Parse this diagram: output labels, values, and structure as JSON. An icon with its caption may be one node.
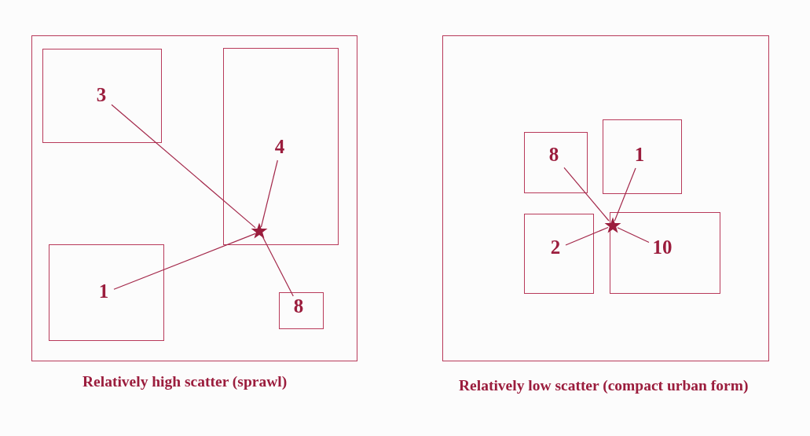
{
  "diagram": {
    "nodes": [
      {
        "text": [],
        "shape": "box",
        "beside": [
          "Relatively high scatter (sprawl)"
        ]
      },
      {
        "text": [],
        "shape": "box",
        "in": 0
      },
      {
        "text": [
          "3"
        ],
        "in": 1
      },
      {
        "text": [],
        "shape": "box",
        "in": 0
      },
      {
        "text": [
          "4"
        ],
        "in": 3
      },
      {
        "text": [],
        "shape": "box",
        "in": 0
      },
      {
        "text": [
          "1"
        ],
        "in": 5
      },
      {
        "text": [],
        "shape": "box",
        "in": 0
      },
      {
        "text": [
          "8"
        ],
        "in": 7
      },
      {
        "text": [],
        "shape": "star",
        "in": 3
      },
      {
        "text": [],
        "shape": "box",
        "beside": [
          "Relatively low scatter (compact urban form)"
        ]
      },
      {
        "text": [],
        "shape": "box",
        "in": 10
      },
      {
        "text": [
          "8"
        ],
        "in": 11
      },
      {
        "text": [],
        "shape": "box",
        "in": 10
      },
      {
        "text": [
          "1"
        ],
        "in": 13
      },
      {
        "text": [],
        "shape": "box",
        "in": 10
      },
      {
        "text": [
          "2"
        ],
        "in": 15
      },
      {
        "text": [],
        "shape": "box",
        "in": 10
      },
      {
        "text": [
          "10"
        ],
        "in": 17
      },
      {
        "text": [],
        "shape": "star",
        "in": 10
      }
    ],
    "edges": [
      {
        "from": 2,
        "to": 9,
        "arrow": "none"
      },
      {
        "from": 4,
        "to": 9,
        "arrow": "none"
      },
      {
        "from": 6,
        "to": 9,
        "arrow": "none"
      },
      {
        "from": 8,
        "to": 9,
        "arrow": "none"
      },
      {
        "from": 12,
        "to": 19,
        "arrow": "none"
      },
      {
        "from": 14,
        "to": 19,
        "arrow": "none"
      },
      {
        "from": 16,
        "to": 19,
        "arrow": "none"
      },
      {
        "from": 18,
        "to": 19,
        "arrow": "none"
      }
    ]
  }
}
